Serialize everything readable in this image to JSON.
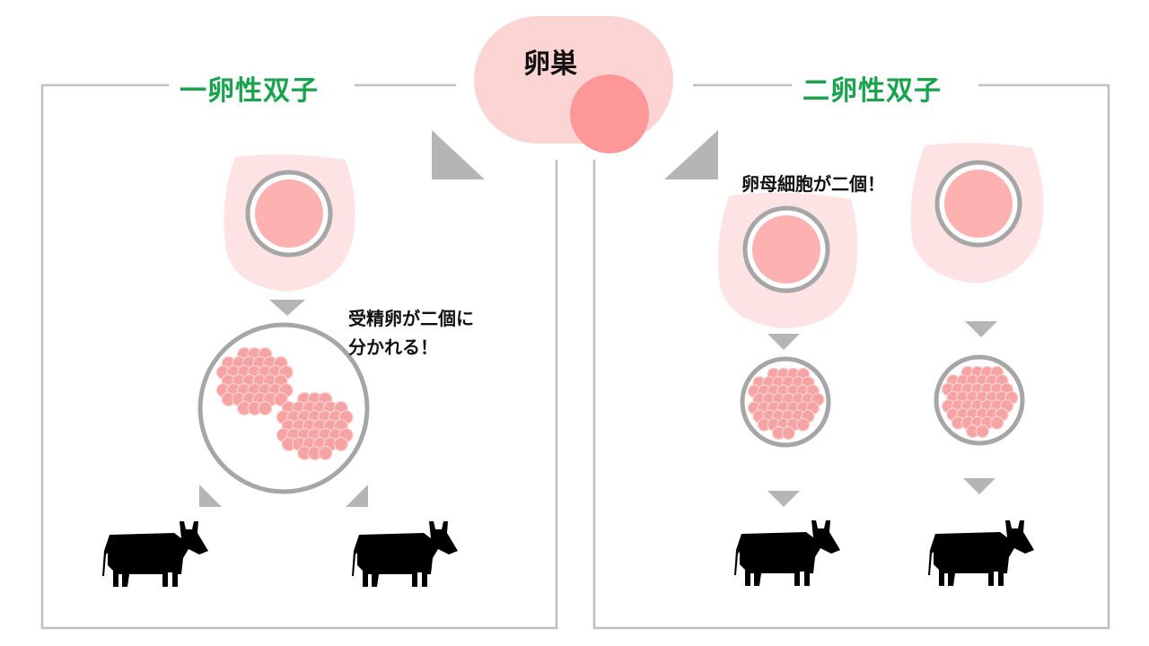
{
  "ovary": {
    "label": "卵巣",
    "color_outer": "#fdd4d4",
    "color_inner": "#fe9898"
  },
  "identical": {
    "title": "一卵性双子",
    "note_line1": "受精卵が二個に",
    "note_line2": "分かれる！"
  },
  "fraternal": {
    "title": "二卵性双子",
    "note": "卵母細胞が二個！"
  },
  "colors": {
    "title_green": "#1aa34f",
    "frame_gray": "#bfbfbf",
    "arrow_gray": "#b5b5b5",
    "ring_gray": "#a6a6a6",
    "cell_pink": "#fdb1b1",
    "halo_pink": "#fde3e3",
    "cluster_pink": "#f6a3a3",
    "cow": "#000000"
  },
  "icons": [
    "ovary-icon",
    "oocyte-icon",
    "embryo-icon",
    "cow-icon",
    "triangle-arrow-icon"
  ]
}
